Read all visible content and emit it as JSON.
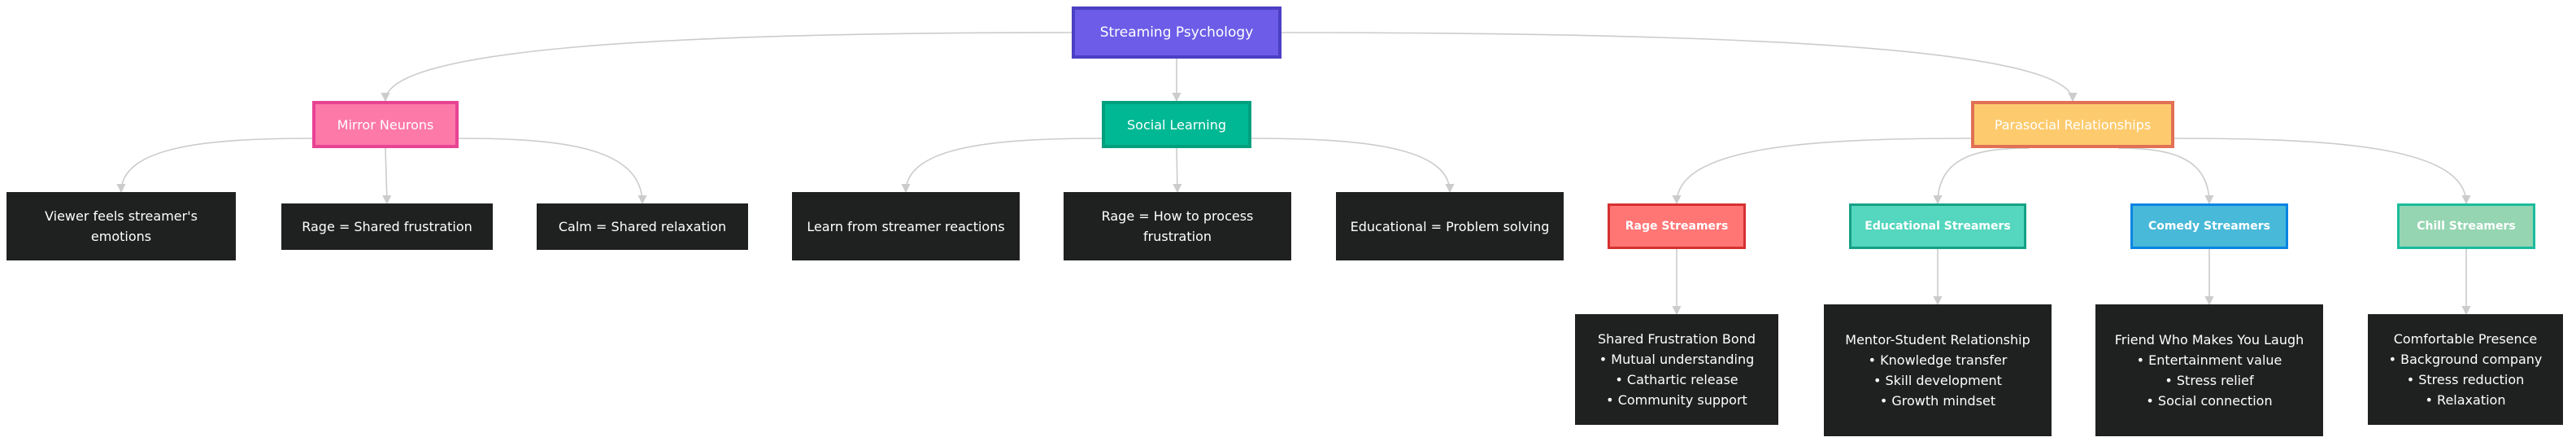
{
  "colors": {
    "root": "#6c5ce7",
    "mirror_neurons": "#fd79a8",
    "social_learning": "#00b894",
    "parasocial": "#fdcb6e",
    "rage_streamers": "#ff7675",
    "educational_streamers": "#55d6be",
    "comedy_streamers": "#48b9d8",
    "chill_streamers": "#95d5b2",
    "leaf_background": "#1f2020",
    "edge": "#cccccc"
  },
  "diagram": {
    "root": "Streaming Psychology",
    "mirror_neurons": {
      "label": "Mirror Neurons",
      "children": [
        "Viewer feels streamer's emotions",
        "Rage = Shared frustration",
        "Calm = Shared relaxation"
      ]
    },
    "social_learning": {
      "label": "Social Learning",
      "children": [
        "Learn from streamer reactions",
        "Rage = How to process frustration",
        "Educational = Problem solving"
      ]
    },
    "parasocial": {
      "label": "Parasocial Relationships",
      "rage": {
        "label": "Rage Streamers",
        "detail": "Shared Frustration Bond\n• Mutual understanding\n• Cathartic release\n• Community support"
      },
      "educational": {
        "label": "Educational Streamers",
        "detail": "Mentor-Student Relationship\n• Knowledge transfer\n• Skill development\n• Growth mindset"
      },
      "comedy": {
        "label": "Comedy Streamers",
        "detail": "Friend Who Makes You Laugh\n• Entertainment value\n• Stress relief\n• Social connection"
      },
      "chill": {
        "label": "Chill Streamers",
        "detail": "Comfortable Presence\n• Background company\n• Stress reduction\n• Relaxation"
      }
    }
  }
}
